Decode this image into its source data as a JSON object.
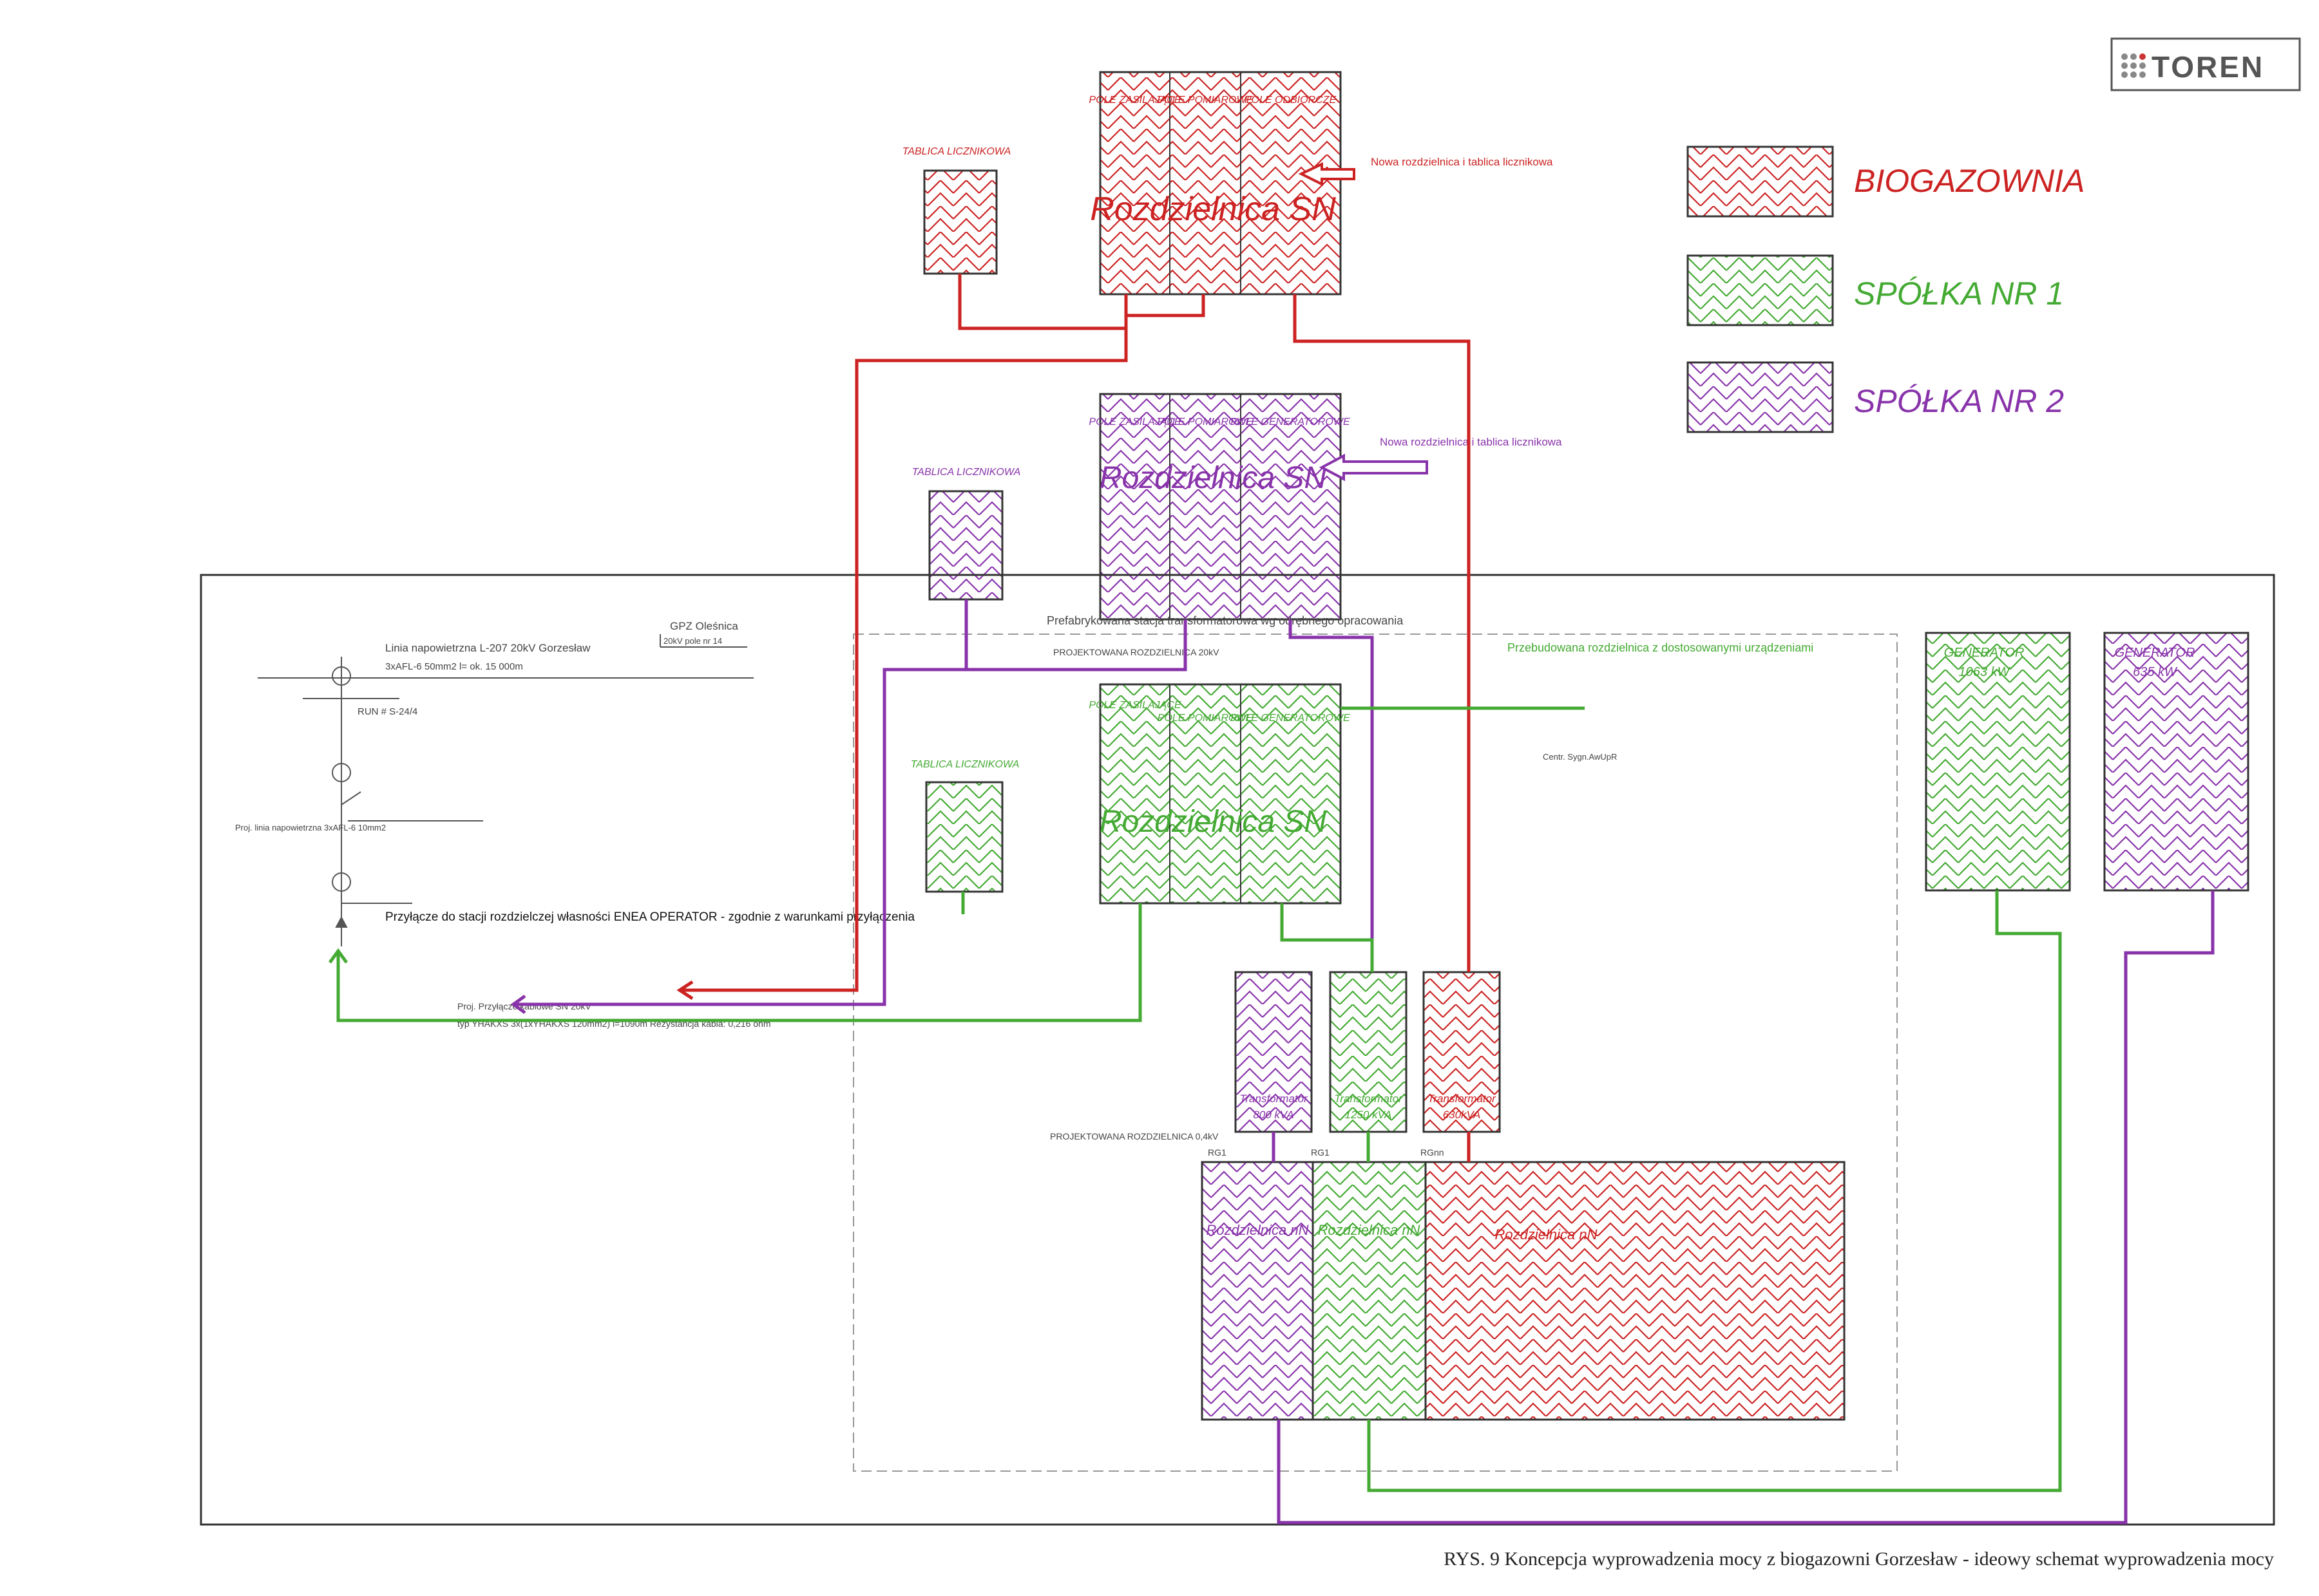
{
  "logo": {
    "text": "TOREN"
  },
  "colors": {
    "red": "#cc2222",
    "green": "#44aa33",
    "purple": "#8833aa",
    "frame": "#333333"
  },
  "legend": [
    {
      "label": "BIOGAZOWNIA",
      "color": "#cc2222"
    },
    {
      "label": "SPÓŁKA NR 1",
      "color": "#44aa33"
    },
    {
      "label": "SPÓŁKA NR 2",
      "color": "#8833aa"
    }
  ],
  "switchgear_top": {
    "title": "Rozdzielnica SN",
    "fields": [
      "POLE ZASILAJĄCE",
      "POLE POMIAROWE",
      "POLE ODBIORCZE"
    ],
    "meter_label": "TABLICA LICZNIKOWA",
    "note": "Nowa rozdzielnica i tablica licznikowa"
  },
  "switchgear_mid": {
    "title": "Rozdzielnica SN",
    "fields": [
      "POLE ZASILAJĄCE",
      "POLE POMIAROWE",
      "POLE GENERATOROWE"
    ],
    "meter_label": "TABLICA LICZNIKOWA",
    "note": "Nowa rozdzielnica i tablica licznikowa"
  },
  "switchgear_main": {
    "title": "Rozdzielnica SN",
    "fields": [
      "POLE ZASILAJĄCE",
      "POLE POMIAROWE",
      "POLE GENERATOROWE"
    ],
    "meter_label": "TABLICA LICZNIKOWA",
    "rebuild_note": "Przebudowana rozdzielnica z dostosowanymi urządzeniami"
  },
  "schematic": {
    "line_label": "Linia napowietrzna L-207 20kV Gorzesław",
    "line_spec": "3xAFL-6 50mm2     l= ok. 15 000m",
    "gpz_label": "GPZ Oleśnica",
    "gpz_field": "20kV pole nr 14",
    "run_label": "RUN # S-24/4",
    "prefab_label": "Prefabrykowana stacja transformatorowa wg odrębnego opracowania",
    "projected_sn": "PROJEKTOWANA ROZDZIELNICA 20kV",
    "projected_nn": "PROJEKTOWANA ROZDZIELNICA 0,4kV",
    "connection_note": "Przyłącze do stacji rozdzielczej własności ENEA OPERATOR - zgodnie z warunkami przyłączenia",
    "cable_label": "Proj. Przyłącze kablowe SN 20kV",
    "cable_spec": "typ YHAKXS 3x(1xYHAKXS 120mm2)  l=1090m   Rezystancja kabla: 0,216 ohm",
    "proj_line": "Proj. linia napowietrzna 3xAFL-6 10mm2",
    "rg_labels": [
      "RG1",
      "RG1",
      "RGnn"
    ],
    "control_label": "Centr. Sygn.AwUpR"
  },
  "transformers": [
    {
      "label": "Transformator",
      "rating": "800 kVA",
      "color": "#8833aa"
    },
    {
      "label": "Transformator",
      "rating": "1250 kVA",
      "color": "#44aa33"
    },
    {
      "label": "Transformator",
      "rating": "630kVA",
      "color": "#cc2222"
    }
  ],
  "nn_boards": [
    {
      "label": "Rozdzielnica nN",
      "color": "#8833aa"
    },
    {
      "label": "Rozdzielnica nN",
      "color": "#44aa33"
    },
    {
      "label": "Rozdzielnica nN",
      "color": "#cc2222"
    }
  ],
  "generators": [
    {
      "label": "GENERATOR",
      "rating": "1063 kW",
      "color": "#44aa33"
    },
    {
      "label": "GENERATOR",
      "rating": "635 kW",
      "color": "#8833aa"
    }
  ],
  "caption": "RYS. 9 Koncepcja wyprowadzenia mocy z biogazowni Gorzesław - ideowy schemat wyprowadzenia mocy"
}
